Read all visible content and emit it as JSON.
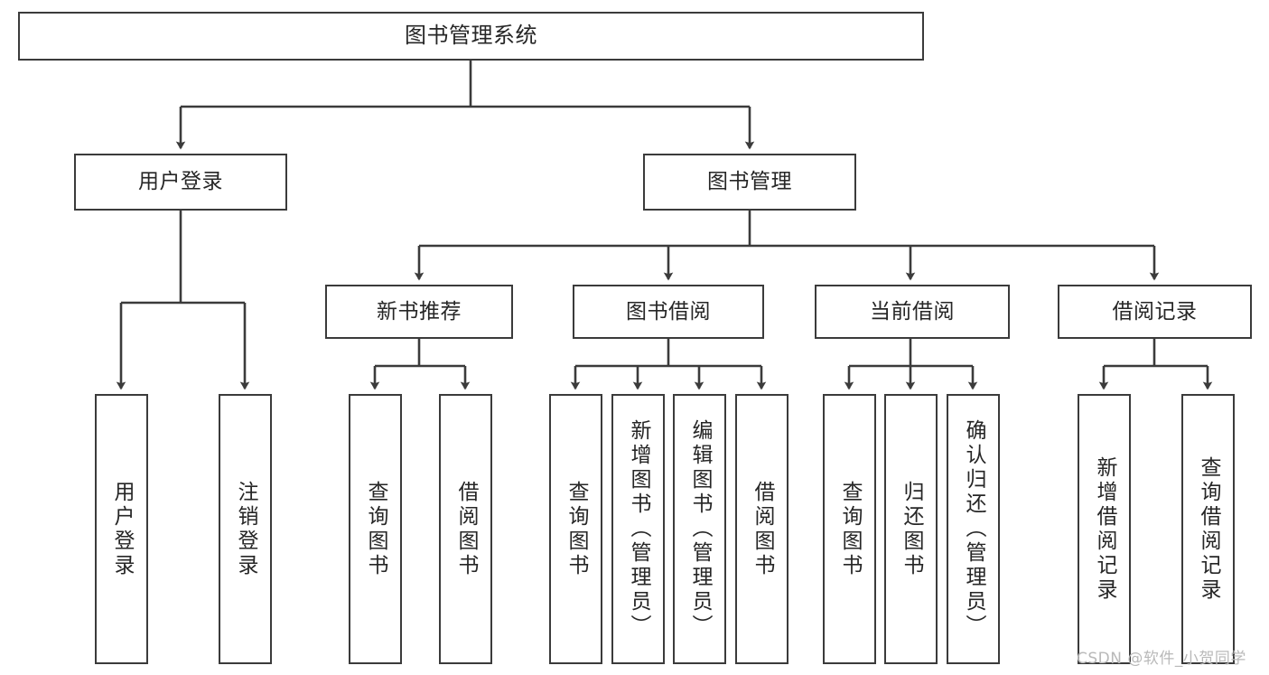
{
  "diagram": {
    "title": "图书管理系统",
    "type": "tree-hierarchy",
    "orientation": "top-down",
    "style": {
      "box_border_color": "#3b3b3b",
      "box_fill_color": "#ffffff",
      "line_color": "#3b3b3b",
      "text_color": "#262626",
      "background": "#ffffff"
    },
    "levels": [
      {
        "level": 0,
        "nodes": [
          {
            "id": "root",
            "label": "图书管理系统",
            "orientation": "horizontal"
          }
        ]
      },
      {
        "level": 1,
        "nodes": [
          {
            "id": "login",
            "label": "用户登录",
            "orientation": "horizontal",
            "parent": "root"
          },
          {
            "id": "bookmgmt",
            "label": "图书管理",
            "orientation": "horizontal",
            "parent": "root"
          }
        ]
      },
      {
        "level": 2,
        "nodes": [
          {
            "id": "newbook",
            "label": "新书推荐",
            "orientation": "horizontal",
            "parent": "bookmgmt"
          },
          {
            "id": "borrow",
            "label": "图书借阅",
            "orientation": "horizontal",
            "parent": "bookmgmt"
          },
          {
            "id": "current",
            "label": "当前借阅",
            "orientation": "horizontal",
            "parent": "bookmgmt"
          },
          {
            "id": "records",
            "label": "借阅记录",
            "orientation": "horizontal",
            "parent": "bookmgmt"
          }
        ]
      },
      {
        "level": 3,
        "nodes": [
          {
            "id": "leaf1",
            "label": "用户登录",
            "orientation": "vertical",
            "parent": "login"
          },
          {
            "id": "leaf2",
            "label": "注销登录",
            "orientation": "vertical",
            "parent": "login"
          },
          {
            "id": "leaf3",
            "label": "查询图书",
            "orientation": "vertical",
            "parent": "newbook"
          },
          {
            "id": "leaf4",
            "label": "借阅图书",
            "orientation": "vertical",
            "parent": "newbook"
          },
          {
            "id": "leaf5",
            "label": "查询图书",
            "orientation": "vertical",
            "parent": "borrow"
          },
          {
            "id": "leaf6",
            "label": "新增图书（管理员）",
            "orientation": "vertical",
            "parent": "borrow"
          },
          {
            "id": "leaf7",
            "label": "编辑图书（管理员）",
            "orientation": "vertical",
            "parent": "borrow"
          },
          {
            "id": "leaf8",
            "label": "借阅图书",
            "orientation": "vertical",
            "parent": "borrow"
          },
          {
            "id": "leaf9",
            "label": "查询图书",
            "orientation": "vertical",
            "parent": "current"
          },
          {
            "id": "leaf10",
            "label": "归还图书",
            "orientation": "vertical",
            "parent": "current"
          },
          {
            "id": "leaf11",
            "label": "确认归还（管理员）",
            "orientation": "vertical",
            "parent": "current"
          },
          {
            "id": "leaf12",
            "label": "新增借阅记录",
            "orientation": "vertical",
            "parent": "records"
          },
          {
            "id": "leaf13",
            "label": "查询借阅记录",
            "orientation": "vertical",
            "parent": "records"
          }
        ]
      }
    ]
  },
  "watermark": {
    "text": "CSDN @软件_小贺同学"
  }
}
